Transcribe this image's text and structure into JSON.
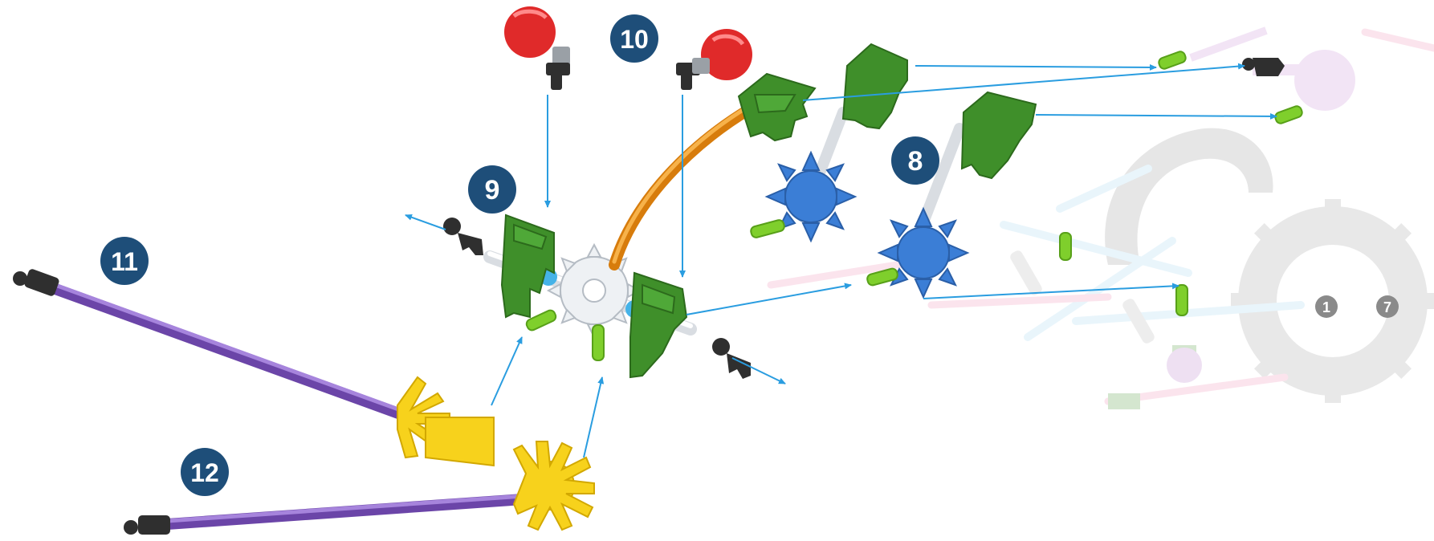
{
  "colors": {
    "step_badge": "#1e4e79",
    "ref_badge": "#8a8a8a",
    "arrow": "#2a9de0",
    "rod_purple": "#8b63c8",
    "rod_orange": "#f39a1e",
    "connector_green": "#3f8f2a",
    "connector_yellow": "#f7d21c",
    "connector_blue": "#3b7ed6",
    "connector_white": "#eef1f4",
    "clip_lime": "#7fcf2c",
    "cap_red": "#e02a2a",
    "hub_dark": "#3a3a3a"
  },
  "icons": [
    "arrow-icon",
    "red-cap-icon",
    "black-clip-icon",
    "green-clip-icon"
  ],
  "steps": [
    {
      "id": "step-8",
      "number": "8"
    },
    {
      "id": "step-9",
      "number": "9"
    },
    {
      "id": "step-10",
      "number": "10"
    },
    {
      "id": "step-11",
      "number": "11"
    },
    {
      "id": "step-12",
      "number": "12"
    }
  ],
  "previous_steps": {
    "from": "1",
    "dash": "-",
    "to": "7"
  }
}
